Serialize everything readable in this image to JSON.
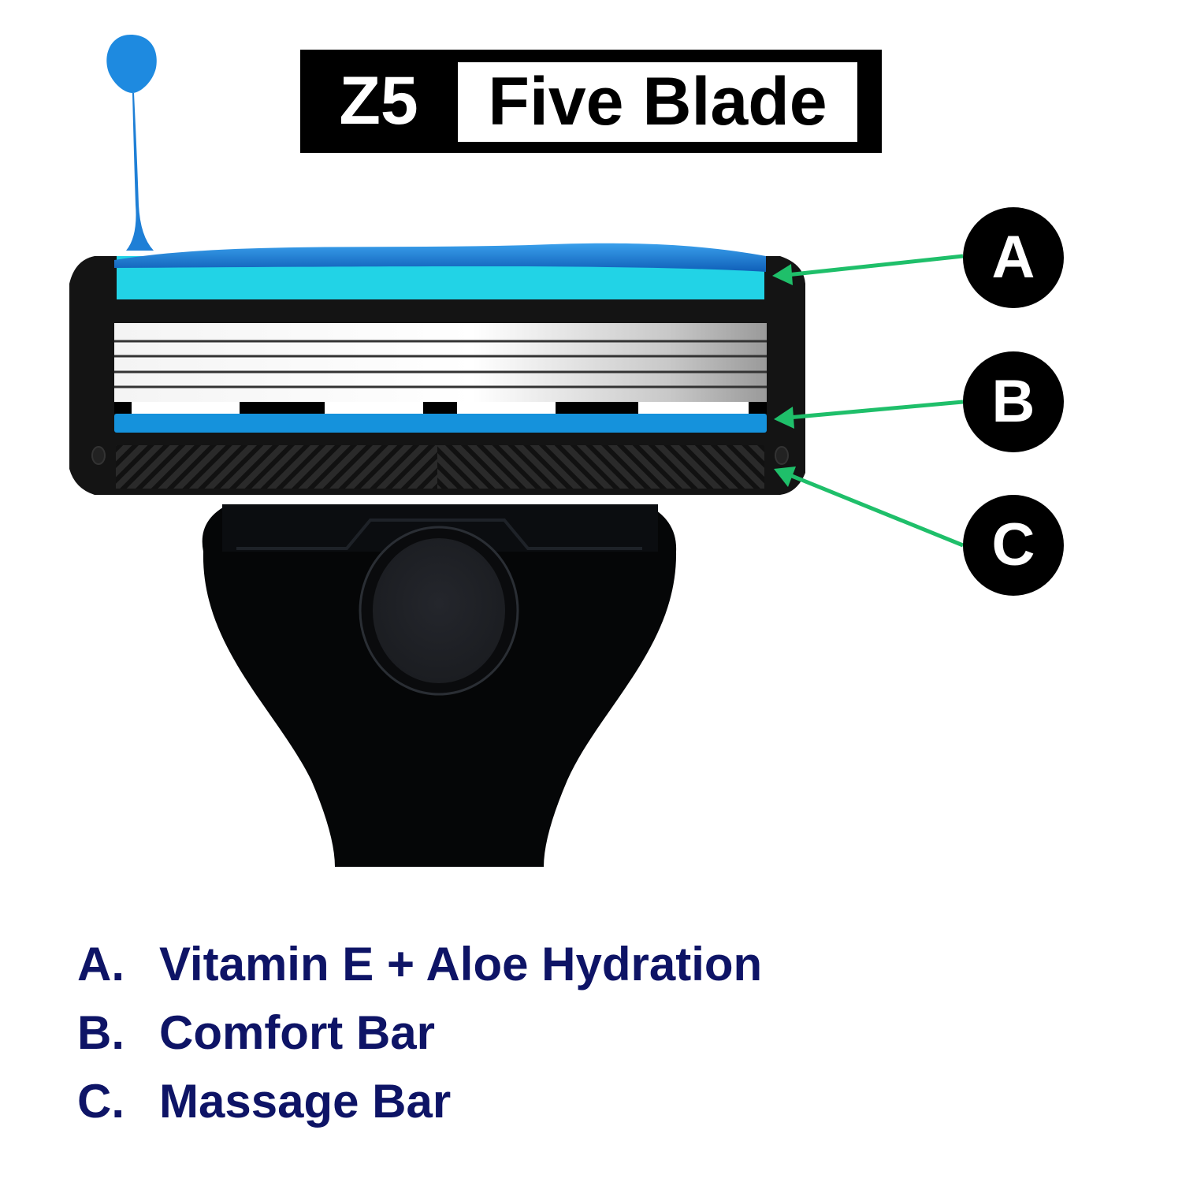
{
  "title": {
    "model": "Z5",
    "name": "Five Blade"
  },
  "diagram": {
    "subject": "razor-cartridge-with-handle",
    "blade_count": 5,
    "colors": {
      "hydration_strip": "#22d3e6",
      "comfort_bar": "#1592dc",
      "gel_drop": "#1e7fd6",
      "frame": "#141414",
      "arrow": "#1fbf6a",
      "callout_bg": "#000000",
      "legend_text": "#0e1466"
    },
    "callouts": [
      {
        "letter": "A",
        "target": "hydration-strip"
      },
      {
        "letter": "B",
        "target": "comfort-bar"
      },
      {
        "letter": "C",
        "target": "massage-bar"
      }
    ]
  },
  "legend": {
    "items": [
      {
        "letter": "A.",
        "label": "Vitamin E + Aloe Hydration"
      },
      {
        "letter": "B.",
        "label": "Comfort Bar"
      },
      {
        "letter": "C.",
        "label": "Massage Bar"
      }
    ]
  }
}
